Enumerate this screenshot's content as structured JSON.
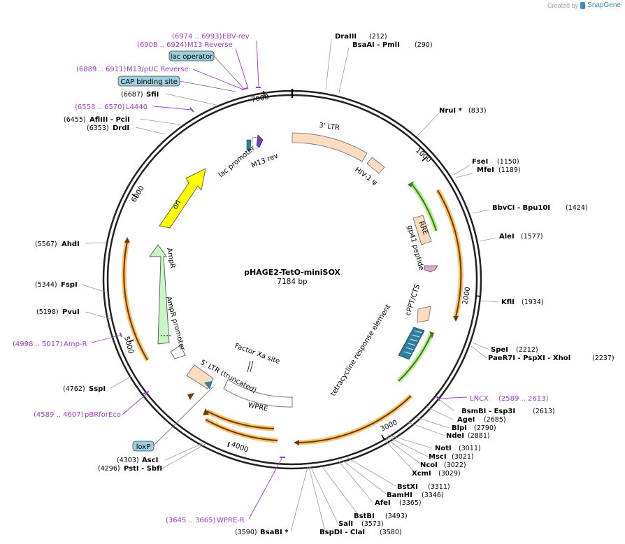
{
  "app": {
    "credit_prefix": "Created by",
    "credit_brand": "SnapGene"
  },
  "map": {
    "name": "pHAGE2-TetO-miniSOX",
    "size_label": "7184 bp",
    "total_bp": 7184,
    "tick_labels": [
      "1000",
      "2000",
      "3000",
      "4000",
      "5000",
      "6000",
      "7000"
    ],
    "colors": {
      "orange_feature": "#f2a51c",
      "dark_arrow": "#6b3a08",
      "green_feature": "#62c02e",
      "ltr_fill": "#fbdcbf",
      "ori_fill": "#ffff00",
      "ampr_fill": "#c8f7c4",
      "primer_purple": "#a23bd1",
      "boxed_fill": "#9dcfde",
      "tre_fill": "#2f7f9f",
      "protein_fill": "#d9a7c7"
    }
  },
  "sites": [
    {
      "name": "DraIII",
      "pos": "(212)",
      "side": "right"
    },
    {
      "name": "BsaAI",
      "extra": " - PmlI",
      "pos": "(290)",
      "side": "right"
    },
    {
      "name": "NruI *",
      "pos": "(833)",
      "side": "right"
    },
    {
      "name": "FseI",
      "pos": "(1150)",
      "side": "right"
    },
    {
      "name": "MfeI",
      "pos": "(1189)",
      "side": "right"
    },
    {
      "name": "BbvCI",
      "extra": " - Bpu10I",
      "pos": "(1424)",
      "side": "right"
    },
    {
      "name": "AleI",
      "pos": "(1577)",
      "side": "right"
    },
    {
      "name": "KflI",
      "pos": "(1934)",
      "side": "right"
    },
    {
      "name": "SpeI",
      "pos": "(2212)",
      "side": "right"
    },
    {
      "name": "PaeR7I",
      "extra": " - PspXI  - XhoI",
      "pos": "(2237)",
      "side": "right"
    },
    {
      "name": "BsmBI",
      "extra": " - Esp3I",
      "pos": "(2613)",
      "side": "right"
    },
    {
      "name": "AgeI",
      "pos": "(2685)",
      "side": "right"
    },
    {
      "name": "BlpI",
      "pos": "(2790)",
      "side": "right"
    },
    {
      "name": "NdeI",
      "pos": "(2881)",
      "side": "right"
    },
    {
      "name": "NotI",
      "pos": "(3011)",
      "side": "right"
    },
    {
      "name": "MscI",
      "pos": "(3021)",
      "side": "right"
    },
    {
      "name": "NcoI",
      "pos": "(3022)",
      "side": "right"
    },
    {
      "name": "XcmI",
      "pos": "(3029)",
      "side": "right"
    },
    {
      "name": "BstXI",
      "pos": "(3311)",
      "side": "right"
    },
    {
      "name": "BamHI",
      "pos": "(3346)",
      "side": "right"
    },
    {
      "name": "AfeI",
      "pos": "(3365)",
      "side": "right"
    },
    {
      "name": "BstBI",
      "pos": "(3493)",
      "side": "right"
    },
    {
      "name": "SalI",
      "pos": "(3573)",
      "side": "right"
    },
    {
      "name": "BspDI",
      "extra": " - ClaI",
      "pos": "(3580)",
      "side": "right"
    },
    {
      "name": "BsaBI *",
      "pos": "(3590)",
      "side": "left"
    },
    {
      "name": "AscI",
      "pos": "(4303)",
      "side": "left"
    },
    {
      "name": "PstI",
      "extra": " - SbfI",
      "pos": "(4296)",
      "side": "left"
    },
    {
      "name": "SspI",
      "pos": "(4762)",
      "side": "left"
    },
    {
      "name": "PvuI",
      "pos": "(5198)",
      "side": "left"
    },
    {
      "name": "FspI",
      "pos": "(5344)",
      "side": "left"
    },
    {
      "name": "AhdI",
      "pos": "(5567)",
      "side": "left"
    },
    {
      "name": "DrdI",
      "pos": "(6353)",
      "side": "left"
    },
    {
      "name": "AflIII",
      "extra": " - PciI",
      "pos": "(6455)",
      "side": "left"
    },
    {
      "name": "SfiI",
      "pos": "(6687)",
      "side": "left"
    }
  ],
  "primers": [
    {
      "range": "(6974 .. 6993)",
      "name": "EBV-rev"
    },
    {
      "range": "(6908 .. 6924)",
      "name": "M13 Reverse"
    },
    {
      "range": "(6889 .. 6911)",
      "name": "M13/pUC Reverse"
    },
    {
      "range": "(6553 .. 6570)",
      "name": "L4440"
    },
    {
      "range": "(2589 .. 2613)",
      "name": "LNCX"
    },
    {
      "range": "(4998 .. 5017)",
      "name": "Amp-R"
    },
    {
      "range": "(4589 .. 4607)",
      "name": "pBRforEco"
    },
    {
      "range": "(3645 .. 3665)",
      "name": "WPRE-R"
    }
  ],
  "boxed_features": [
    "lac operator",
    "CAP binding site",
    "loxP"
  ],
  "features": [
    "3' LTR",
    "HIV-1 ψ",
    "RRE",
    "gp41 peptide",
    "cPPT/CTS",
    "tetracycline response element",
    "Factor Xa site",
    "WPRE",
    "5' LTR (truncated)",
    "AmpR promoter",
    "AmpR",
    "ori",
    "lac promoter",
    "M13 rev"
  ]
}
